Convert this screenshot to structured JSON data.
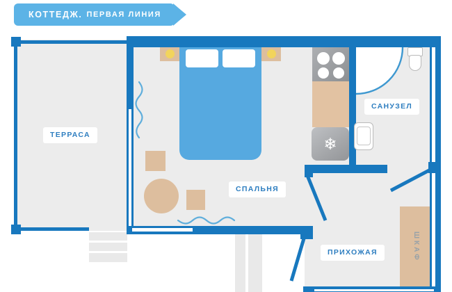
{
  "banner": {
    "label_primary": "КОТТЕДЖ.",
    "label_secondary": "ПЕРВАЯ ЛИНИЯ"
  },
  "labels": {
    "terrace": "ТЕРРАСА",
    "bedroom": "СПАЛЬНЯ",
    "bathroom": "САНУЗЕЛ",
    "hallway": "ПРИХОЖАЯ",
    "wardrobe": "ШКАФ"
  },
  "icons": {
    "snowflake": "❄"
  },
  "colors": {
    "wall_blue": "#1878BE",
    "banner_blue": "#5CB3E6",
    "bed_blue": "#56A9E0",
    "floor_gray": "#ECECEC",
    "furniture_tan": "#DDBE9E",
    "lamp_yellow": "#F2D45C",
    "label_text_blue": "#2E7EC0"
  }
}
